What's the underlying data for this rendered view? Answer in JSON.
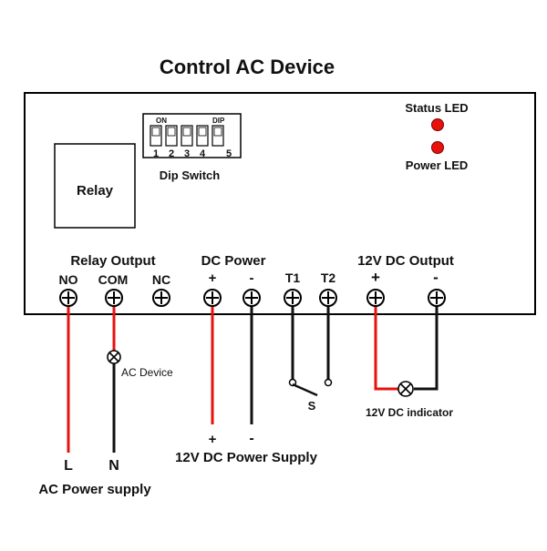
{
  "title": "Control AC Device",
  "relay": {
    "label": "Relay"
  },
  "dip_switch": {
    "on_label": "ON",
    "dip_label": "DIP",
    "numbers": [
      "1",
      "2",
      "3",
      "4",
      "5"
    ],
    "caption": "Dip Switch"
  },
  "leds": {
    "status_label": "Status LED",
    "power_label": "Power LED",
    "color": "#e8120c"
  },
  "groups": {
    "relay_output": "Relay Output",
    "dc_power": "DC Power",
    "dc_output": "12V DC Output"
  },
  "terminals": {
    "no": "NO",
    "com": "COM",
    "nc": "NC",
    "dc_plus": "+",
    "dc_minus": "-",
    "t1": "T1",
    "t2": "T2",
    "out_plus": "+",
    "out_minus": "-"
  },
  "external": {
    "ac_device": "AC Device",
    "switch": "S",
    "indicator": "12V DC indicator",
    "supply_plus": "+",
    "supply_minus": "-",
    "supply_label": "12V DC Power Supply",
    "line": "L",
    "neutral": "N",
    "ac_supply_label": "AC Power supply"
  },
  "colors": {
    "wire_red": "#e8120c",
    "wire_black": "#111111",
    "outline": "#000000"
  }
}
